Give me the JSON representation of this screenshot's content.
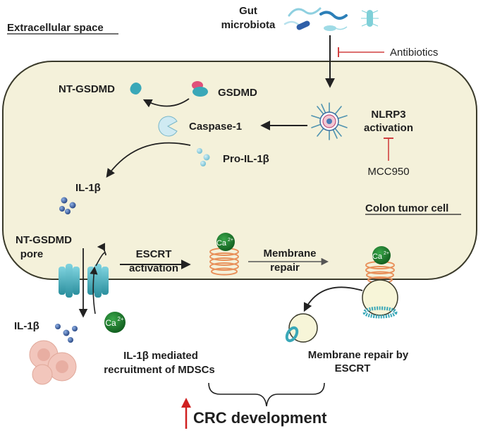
{
  "labels": {
    "extracellular_space": "Extracellular space",
    "gut_microbiota_line1": "Gut",
    "gut_microbiota_line2": "microbiota",
    "antibiotics": "Antibiotics",
    "nt_gsdmd": "NT-GSDMD",
    "gsdmd": "GSDMD",
    "caspase_1": "Caspase-1",
    "nlrp3_line1": "NLRP3",
    "nlrp3_line2": "activation",
    "pro_il1b": "Pro-IL-1β",
    "mcc950": "MCC950",
    "il1b_inside": "IL-1β",
    "colon_tumor_cell": "Colon tumor cell",
    "nt_gsdmd_pore_line1": "NT-GSDMD",
    "nt_gsdmd_pore_line2": "pore",
    "escrt_line1": "ESCRT",
    "escrt_line2": "activation",
    "membrane_repair_line1": "Membrane",
    "membrane_repair_line2": "repair",
    "ca_ion": "Ca",
    "ca_charge": "2+",
    "il1b_outside": "IL-1β",
    "il1b_mediated_line1": "IL-1β mediated",
    "il1b_mediated_line2": "recruitment of MDSCs",
    "membrane_repair_by_line1": "Membrane repair by",
    "membrane_repair_by_line2": "ESCRT",
    "crc_development": "CRC development"
  },
  "colors": {
    "cell_fill": "#f4f1da",
    "cell_stroke": "#3a3a2a",
    "arrow": "#222222",
    "inhibitor": "#d04040",
    "gsdmd_pink": "#e0507a",
    "teal": "#3aa8b8",
    "caspase": "#cfeaf2",
    "calcium": "#1c7a2a",
    "escrt": "#e8905a",
    "il1b_dot": "#3c5fa0",
    "mdsc": "#f2c6bc",
    "crc_arrow": "#d02020"
  }
}
